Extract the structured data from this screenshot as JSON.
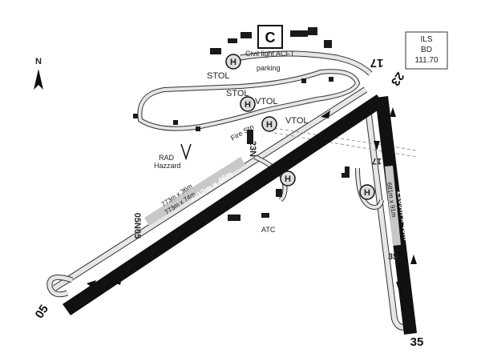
{
  "compass": {
    "north_label": "N"
  },
  "ils_box": {
    "line1": "ILS",
    "line2": "BD",
    "line3": "111.70"
  },
  "apron_letter": "C",
  "labels": {
    "civil_light_acft": "Civil light ACFT",
    "parking": "parking",
    "stol_1": "STOL",
    "stol_2": "STOL",
    "vtol_1": "VTOL",
    "vtol_2": "VTOL",
    "fire_stn": "Fire Stn",
    "rad_hazard_1": "RAD",
    "rad_hazard_2": "Hazzard",
    "atc": "ATC"
  },
  "helipad_symbol": "H",
  "runways": {
    "main": {
      "end_a": "05",
      "end_b": "23",
      "dims": "3212m x 46m",
      "marking_05n": "05N",
      "marking_05": "05",
      "marking_23n": "23N",
      "inner_1": "773m x 36m",
      "inner_2": "773m x 74m"
    },
    "cross": {
      "end_a": "17",
      "end_b": "35",
      "dims": "2109m x 46m",
      "marking_17": "17",
      "marking_35": "35",
      "inner": "681m x 91m"
    }
  },
  "colors": {
    "runway": "#111111",
    "taxiway_fill": "#e6e6e6",
    "stripe": "#c8c8c8",
    "outline": "#333333",
    "building": "#1a1a1a"
  }
}
